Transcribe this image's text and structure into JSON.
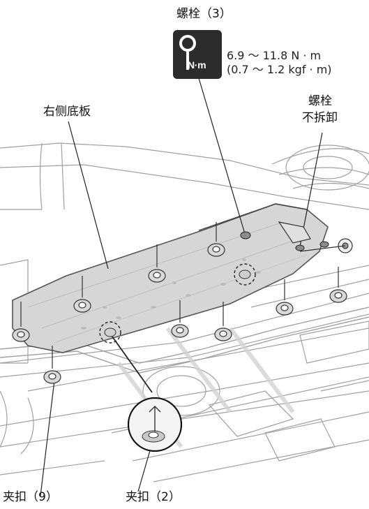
{
  "labels": {
    "bolt_torque": "螺栓（3）",
    "right_under_panel": "右侧底板",
    "bolt_not_removed_line1": "螺栓",
    "bolt_not_removed_line2": "不拆卸",
    "clip_9": "夹扣（9）",
    "clip_2": "夹扣（2）"
  },
  "torque": {
    "unit_icon_text": "N·m",
    "value_nm": "6.9 ～ 11.8 N · m",
    "value_kgfm": "(0.7 ～ 1.2 kgf · m)"
  },
  "icons": [
    "torque-wrench-icon"
  ],
  "colors": {
    "panel_fill": "#d6d6d6",
    "panel_edge": "#555555",
    "line_art": "#9a9a9a",
    "icon_bg": "#2c2c2c"
  }
}
